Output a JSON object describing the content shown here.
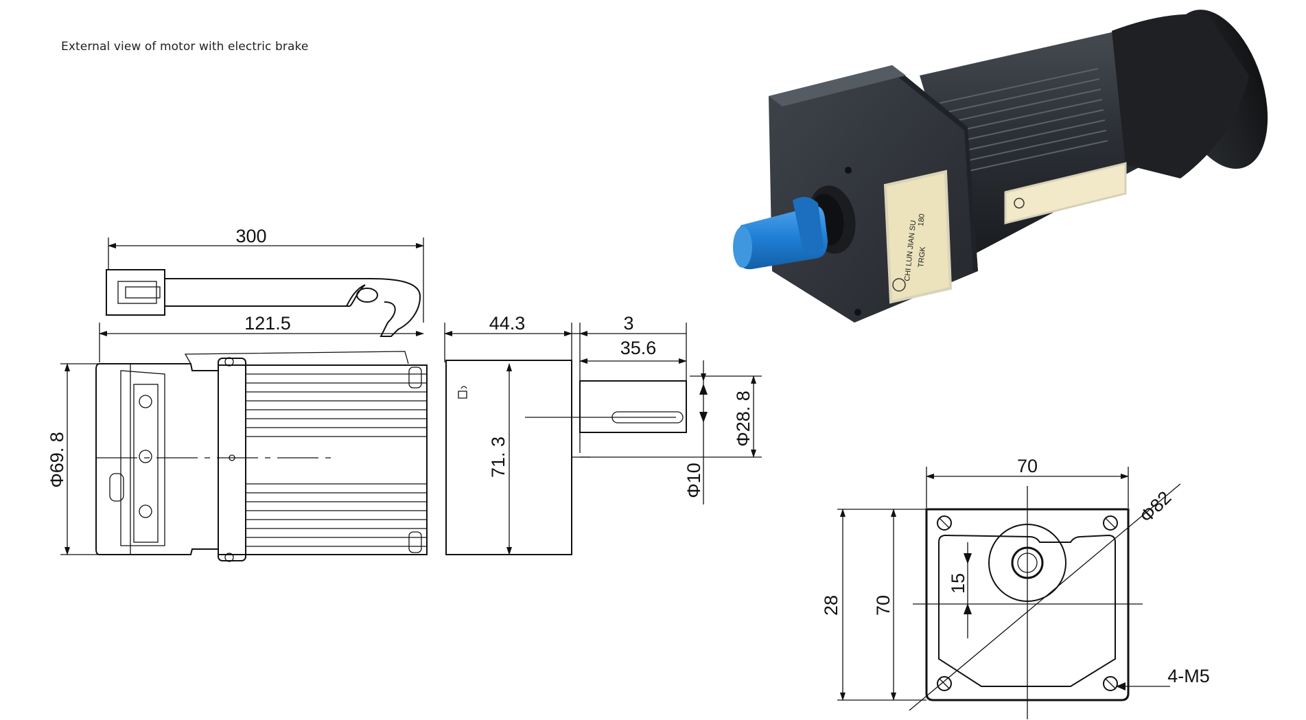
{
  "caption": "External view of motor with electric brake",
  "side_view": {
    "lead_length": "300",
    "motor_length": "121.5",
    "gearbox_length": "44.3",
    "shaft_offset": "3",
    "shaft_length": "35.6",
    "body_diameter": "Φ69. 8",
    "gear_height": "71. 3",
    "shaft_boss_diameter": "Φ28. 8",
    "shaft_diameter": "Φ10"
  },
  "front_view": {
    "width": "70",
    "height": "70",
    "center_offset": "28",
    "shaft_center": "15",
    "pilot_diameter": "Φ82",
    "mounting_holes": "4-M5"
  },
  "nameplate": {
    "brand": "CHI LUN JIAN SU",
    "model": "TRGK",
    "ratio": "180"
  }
}
